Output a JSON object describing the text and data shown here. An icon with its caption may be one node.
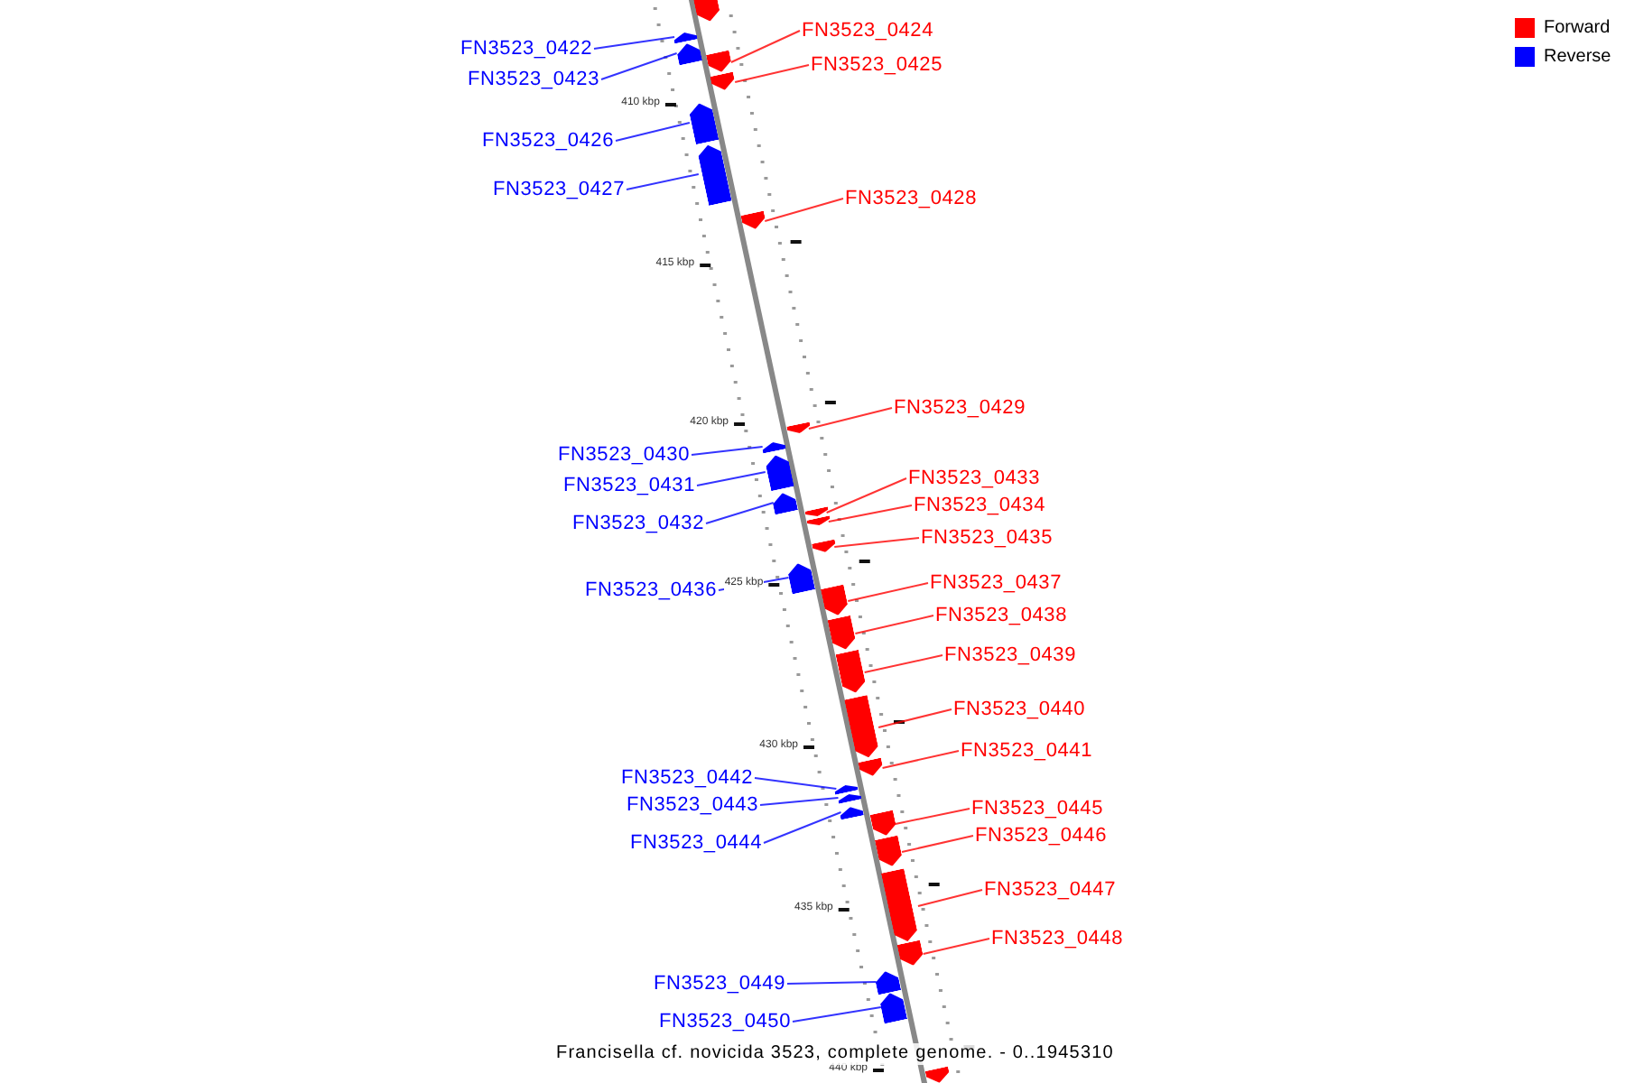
{
  "diagram": {
    "caption": "Francisella cf. novicida 3523, complete genome. - 0..1945310",
    "nodes": [
      {
        "text": [
          "FN3523_0422"
        ]
      },
      {
        "text": [
          "FN3523_0423"
        ]
      },
      {
        "text": [
          "FN3523_0424"
        ]
      },
      {
        "text": [
          "FN3523_0425"
        ]
      },
      {
        "text": [
          "FN3523_0426"
        ]
      },
      {
        "text": [
          "FN3523_0427"
        ]
      },
      {
        "text": [
          "FN3523_0428"
        ]
      },
      {
        "text": [
          "FN3523_0429"
        ]
      },
      {
        "text": [
          "FN3523_0430"
        ]
      },
      {
        "text": [
          "FN3523_0431"
        ]
      },
      {
        "text": [
          "FN3523_0432"
        ]
      },
      {
        "text": [
          "FN3523_0433"
        ]
      },
      {
        "text": [
          "FN3523_0434"
        ]
      },
      {
        "text": [
          "FN3523_0435"
        ]
      },
      {
        "text": [
          "FN3523_0436"
        ]
      },
      {
        "text": [
          "FN3523_0437"
        ]
      },
      {
        "text": [
          "FN3523_0438"
        ]
      },
      {
        "text": [
          "FN3523_0439"
        ]
      },
      {
        "text": [
          "FN3523_0440"
        ]
      },
      {
        "text": [
          "FN3523_0441"
        ]
      },
      {
        "text": [
          "FN3523_0442"
        ]
      },
      {
        "text": [
          "FN3523_0443"
        ]
      },
      {
        "text": [
          "FN3523_0444"
        ]
      },
      {
        "text": [
          "FN3523_0445"
        ]
      },
      {
        "text": [
          "FN3523_0446"
        ]
      },
      {
        "text": [
          "FN3523_0447"
        ]
      },
      {
        "text": [
          "FN3523_0448"
        ]
      },
      {
        "text": [
          "FN3523_0449"
        ]
      },
      {
        "text": [
          "FN3523_0450"
        ]
      },
      {
        "text": [],
        "shape": "bar"
      },
      {
        "text": [],
        "shape": "bar"
      },
      {
        "text": [],
        "shape": "bar"
      },
      {
        "text": [],
        "shape": "bar"
      },
      {
        "text": [],
        "shape": "bar"
      },
      {
        "text": [],
        "shape": "bar"
      },
      {
        "text": [],
        "shape": "bar"
      },
      {
        "text": [],
        "shape": "bar"
      },
      {
        "text": [],
        "shape": "bar"
      },
      {
        "text": [],
        "shape": "bar"
      },
      {
        "text": [],
        "shape": "bar"
      },
      {
        "text": [],
        "shape": "bar"
      },
      {
        "text": [],
        "shape": "bar"
      },
      {
        "text": [],
        "shape": "bar"
      },
      {
        "text": [],
        "shape": "bar"
      },
      {
        "text": [],
        "shape": "bar"
      },
      {
        "text": [],
        "shape": "bar"
      },
      {
        "text": [],
        "shape": "bar"
      },
      {
        "text": [],
        "shape": "bar"
      },
      {
        "text": [],
        "shape": "bar"
      },
      {
        "text": [],
        "shape": "bar"
      },
      {
        "text": [],
        "shape": "bar"
      },
      {
        "text": [],
        "shape": "bar"
      },
      {
        "text": [],
        "shape": "bar"
      },
      {
        "text": [],
        "shape": "bar"
      },
      {
        "text": [],
        "shape": "bar"
      },
      {
        "text": [],
        "shape": "bar"
      },
      {
        "text": [],
        "shape": "bar"
      },
      {
        "text": [],
        "shape": "bar"
      },
      {
        "text": [],
        "shape": "bar"
      },
      {
        "text": [],
        "shape": "bar"
      }
    ],
    "edges": [
      {
        "from": 0,
        "to": 30,
        "arrow": "none",
        "color": "#0000ff"
      },
      {
        "from": 1,
        "to": 31,
        "arrow": "none",
        "color": "#0000ff"
      },
      {
        "from": 2,
        "to": 32,
        "arrow": "none"
      },
      {
        "from": 3,
        "to": 33,
        "arrow": "none"
      },
      {
        "from": 4,
        "to": 34,
        "arrow": "none",
        "color": "#0000ff"
      },
      {
        "from": 5,
        "to": 35,
        "arrow": "none",
        "color": "#0000ff"
      },
      {
        "from": 6,
        "to": 36,
        "arrow": "none"
      },
      {
        "from": 7,
        "to": 37,
        "arrow": "none"
      },
      {
        "from": 8,
        "to": 38,
        "arrow": "none",
        "color": "#0000ff"
      },
      {
        "from": 9,
        "to": 39,
        "arrow": "none",
        "color": "#0000ff"
      },
      {
        "from": 10,
        "to": 40,
        "arrow": "none",
        "color": "#0000ff"
      },
      {
        "from": 11,
        "to": 41,
        "arrow": "none"
      },
      {
        "from": 12,
        "to": 42,
        "arrow": "none"
      },
      {
        "from": 13,
        "to": 43,
        "arrow": "none"
      },
      {
        "from": 14,
        "to": 44,
        "arrow": "none",
        "color": "#0000ff"
      },
      {
        "from": 15,
        "to": 45,
        "arrow": "none"
      },
      {
        "from": 16,
        "to": 46,
        "arrow": "none"
      },
      {
        "from": 17,
        "to": 47,
        "arrow": "none"
      },
      {
        "from": 18,
        "to": 48,
        "arrow": "none"
      },
      {
        "from": 19,
        "to": 49,
        "arrow": "none"
      },
      {
        "from": 20,
        "to": 50,
        "arrow": "none",
        "color": "#0000ff"
      },
      {
        "from": 21,
        "to": 51,
        "arrow": "none",
        "color": "#0000ff"
      },
      {
        "from": 22,
        "to": 52,
        "arrow": "none",
        "color": "#0000ff"
      },
      {
        "from": 23,
        "to": 53,
        "arrow": "none"
      },
      {
        "from": 24,
        "to": 54,
        "arrow": "none"
      },
      {
        "from": 25,
        "to": 55,
        "arrow": "none"
      },
      {
        "from": 26,
        "to": 56,
        "arrow": "none"
      },
      {
        "from": 27,
        "to": 57,
        "arrow": "none",
        "color": "#0000ff"
      },
      {
        "from": 28,
        "to": 58,
        "arrow": "none",
        "color": "#0000ff"
      }
    ],
    "labels": [
      "410 kbp",
      "415 kbp",
      "420 kbp",
      "425 kbp",
      "430 kbp",
      "435 kbp",
      "440 kbp"
    ],
    "legend": [
      {
        "text": "Forward",
        "color": "#ff0000"
      },
      {
        "text": "Reverse",
        "color": "#0000ff"
      }
    ]
  }
}
